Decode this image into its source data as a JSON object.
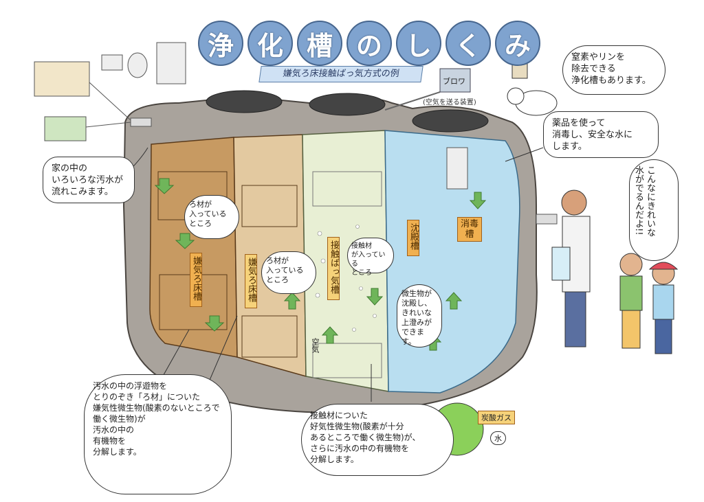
{
  "title": {
    "chars": [
      "浄",
      "化",
      "槽",
      "の",
      "し",
      "く",
      "み"
    ]
  },
  "subtitle": "嫌気ろ床接触ばっ気方式の例",
  "blower_label": "ブロワ",
  "air_device_label": "(空気を送る装置)",
  "callouts": {
    "inflow": "家の中の\nいろいろな汚水が\n流れこみます。",
    "nitrogen": "窒素やリンを\n除去できる\n浄化槽もあります。",
    "disinfect": "薬品を使って\n消毒し、安全な水に\nします。",
    "clean_water": "こんなにきれいな\n水がでるんだよ!!",
    "anaerobic_desc": "汚水の中の浮遊物を\nとりのぞき「ろ材」についた\n嫌気性微生物(酸素のないところで\n働く微生物)が\n汚水の中の\n有機物を\n分解します。",
    "aerobic_desc": "接触材についた\n好気性微生物(酸素が十分\nあるところで働く微生物)が、\nさらに汚水の中の有機物を\n分解します。"
  },
  "tank_labels": {
    "anaerobic1": "嫌気ろ床槽",
    "anaerobic2": "嫌気ろ床槽",
    "contact_aeration": "接触ばっ気槽",
    "sedimentation": "沈殿槽",
    "disinfection": "消毒槽"
  },
  "inner_notes": {
    "filter_media_1": "ろ材が\n入っている\nところ",
    "filter_media_2": "ろ材が\n入っている\nところ",
    "contact_media": "接触材\nが入っている\nところ",
    "settle_desc": "微生物が\n沈殿し、\nきれいな\n上澄みが\nできます。",
    "air": "空気"
  },
  "gas_labels": {
    "co2": "炭酸ガス",
    "water": "水"
  },
  "colors": {
    "tank_outer": "#a9a39c",
    "anaerobic": "#c79a62",
    "anaerobic2": "#e3c9a0",
    "aeration": "#e8efd4",
    "sediment": "#b9def0",
    "arrow": "#6fb55a",
    "title_circle": "#7fa3cf"
  }
}
